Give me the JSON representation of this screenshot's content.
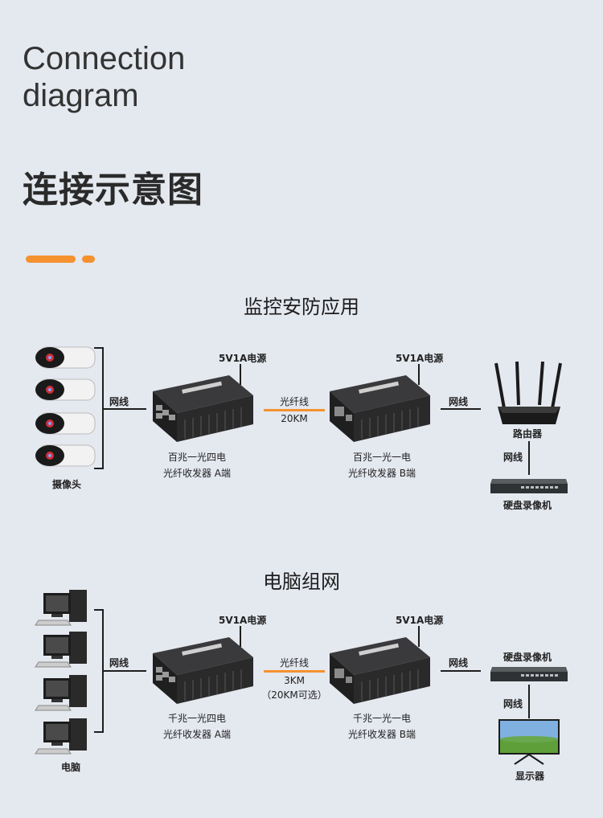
{
  "header": {
    "title_en_line1": "Connection",
    "title_en_line2": "diagram",
    "title_cn": "连接示意图"
  },
  "colors": {
    "accent": "#f5912f",
    "background": "#e4e8ef"
  },
  "section1": {
    "title": "监控安防应用",
    "power_a": "5V1A电源",
    "power_b": "5V1A电源",
    "cable_left": "网线",
    "fiber_label": "光纤线",
    "fiber_distance": "20KM",
    "cable_right": "网线",
    "cable_vertical": "网线",
    "device_a_line1": "百兆一光四电",
    "device_a_line2": "光纤收发器 A端",
    "device_b_line1": "百兆一光一电",
    "device_b_line2": "光纤收发器 B端",
    "left_endpoint": "摄像头",
    "router_label": "路由器",
    "nvr_label": "硬盘录像机"
  },
  "section2": {
    "title": "电脑组网",
    "power_a": "5V1A电源",
    "power_b": "5V1A电源",
    "cable_left": "网线",
    "fiber_label": "光纤线",
    "fiber_distance": "3KM",
    "fiber_distance_note": "（20KM可选）",
    "cable_right": "网线",
    "cable_vertical": "网线",
    "device_a_line1": "千兆一光四电",
    "device_a_line2": "光纤收发器 A端",
    "device_b_line1": "千兆一光一电",
    "device_b_line2": "光纤收发器 B端",
    "left_endpoint": "电脑",
    "nvr_label": "硬盘录像机",
    "monitor_label": "显示器"
  },
  "icons": [
    "camera-icon",
    "router-icon",
    "nvr-icon",
    "computer-icon",
    "monitor-icon",
    "transceiver-icon"
  ]
}
